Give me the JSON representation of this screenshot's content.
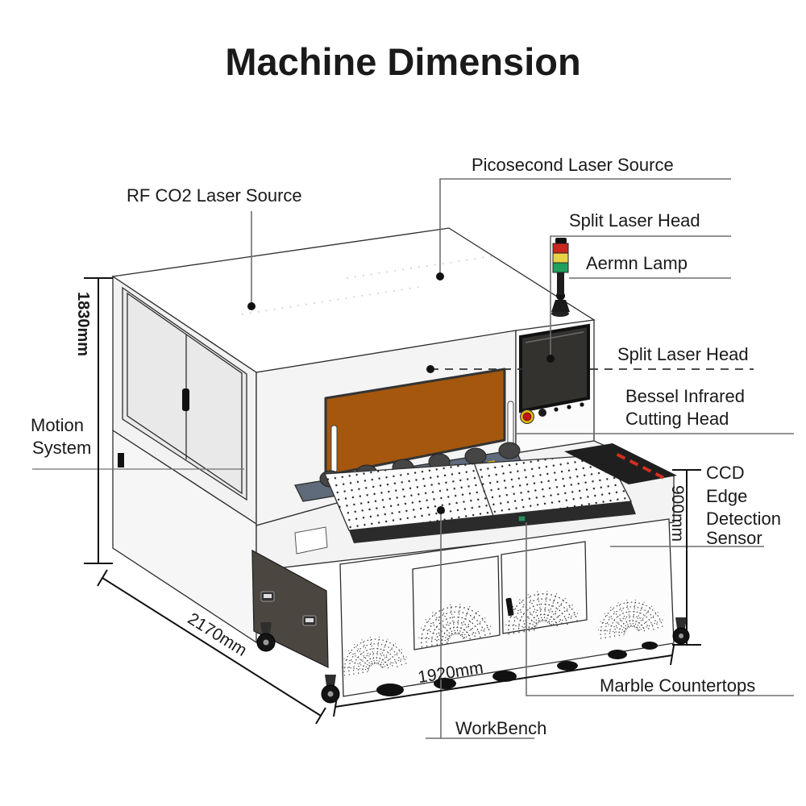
{
  "title": {
    "text": "Machine Dimension"
  },
  "colors": {
    "title": "#1573b9",
    "window_orange": "#a4570d",
    "screen_dark": "#34322f",
    "cabinet_dark": "#4c4640",
    "lamp_red": "#c8281e",
    "lamp_yellow": "#e8d348",
    "lamp_green": "#1fa05c",
    "estop_red": "#c41414",
    "estop_yellow": "#d9b70e"
  },
  "callouts": {
    "picosecond_laser_source": "Picosecond Laser Source",
    "rf_co2_laser_source": "RF CO2 Laser Source",
    "split_laser_head_top": "Split Laser Head",
    "alarm_lamp": "Aermn Lamp",
    "split_laser_head_front": "Split Laser Head",
    "bessel_infrared_cutting_head": [
      "Bessel Infrared",
      "Cutting Head"
    ],
    "motion_system": [
      "Motion",
      "System"
    ],
    "ccd_edge_detection_sensor": [
      "CCD",
      "Edge",
      "Detection",
      "Sensor"
    ],
    "marble_countertops": "Marble Countertops",
    "workbench": "WorkBench"
  },
  "dimensions": {
    "machine_height": "1830mm",
    "machine_depth": "2170mm",
    "machine_width": "1920mm",
    "bench_height": "900mm"
  }
}
